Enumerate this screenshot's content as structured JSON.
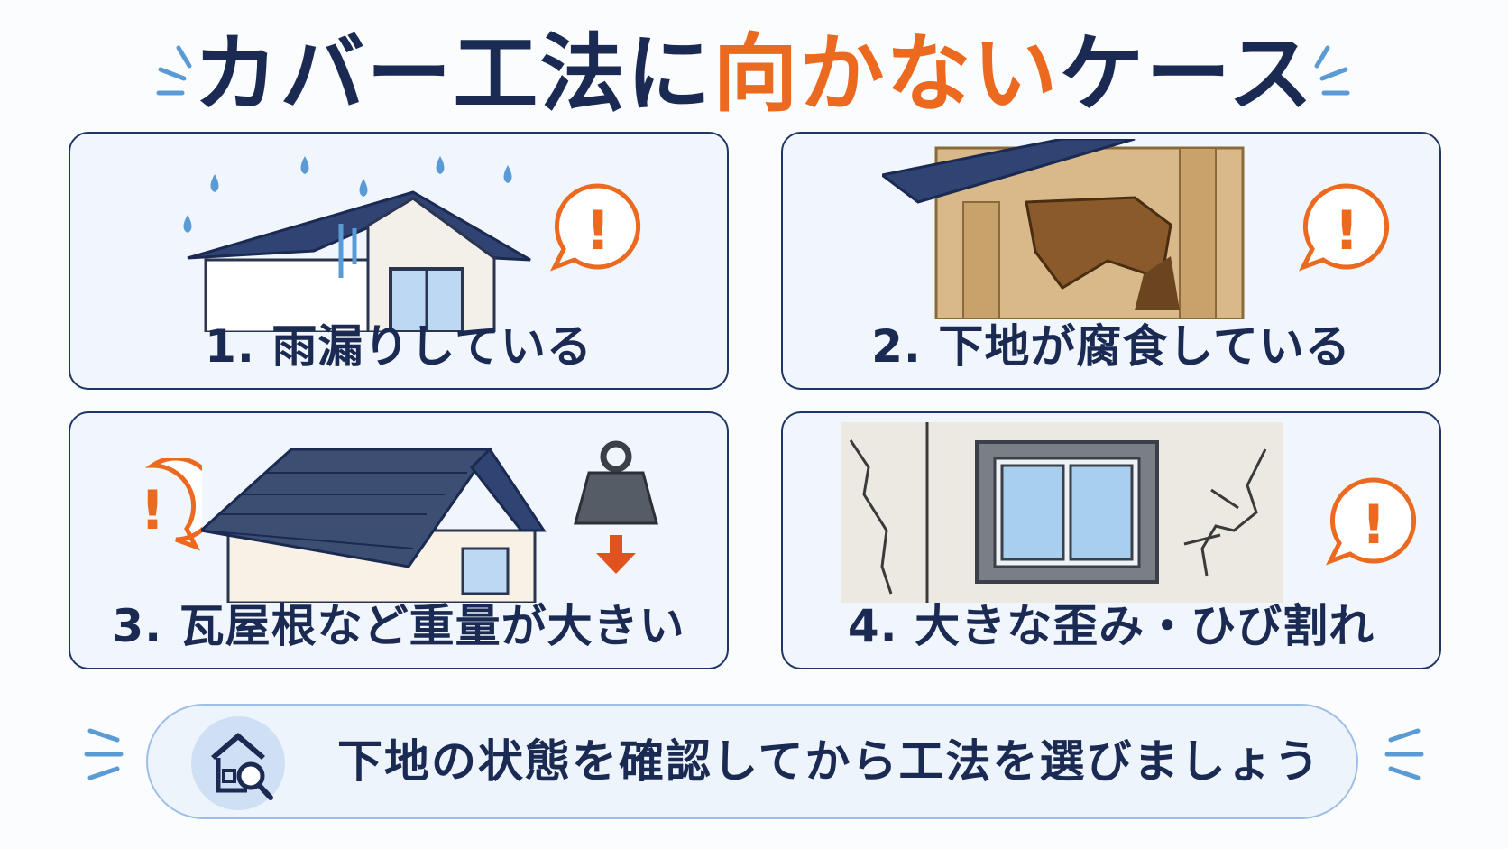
{
  "title": {
    "main": "カバー工法に",
    "accent": "向かない",
    "tail": "ケース"
  },
  "cards": [
    {
      "label": "1. 雨漏りしている",
      "alert": "!"
    },
    {
      "label": "2. 下地が腐食している",
      "alert": "!"
    },
    {
      "label": "3. 瓦屋根など重量が大きい",
      "alert": "!"
    },
    {
      "label": "4. 大きな歪み・ひび割れ",
      "alert": "!"
    }
  ],
  "footer": {
    "text": "下地の状態を確認してから工法を選びましょう"
  },
  "colors": {
    "navy": "#1a2a52",
    "orange": "#ec6a1f",
    "card_bg": "#f1f6fd",
    "accent_blue": "#5b9bd5"
  }
}
